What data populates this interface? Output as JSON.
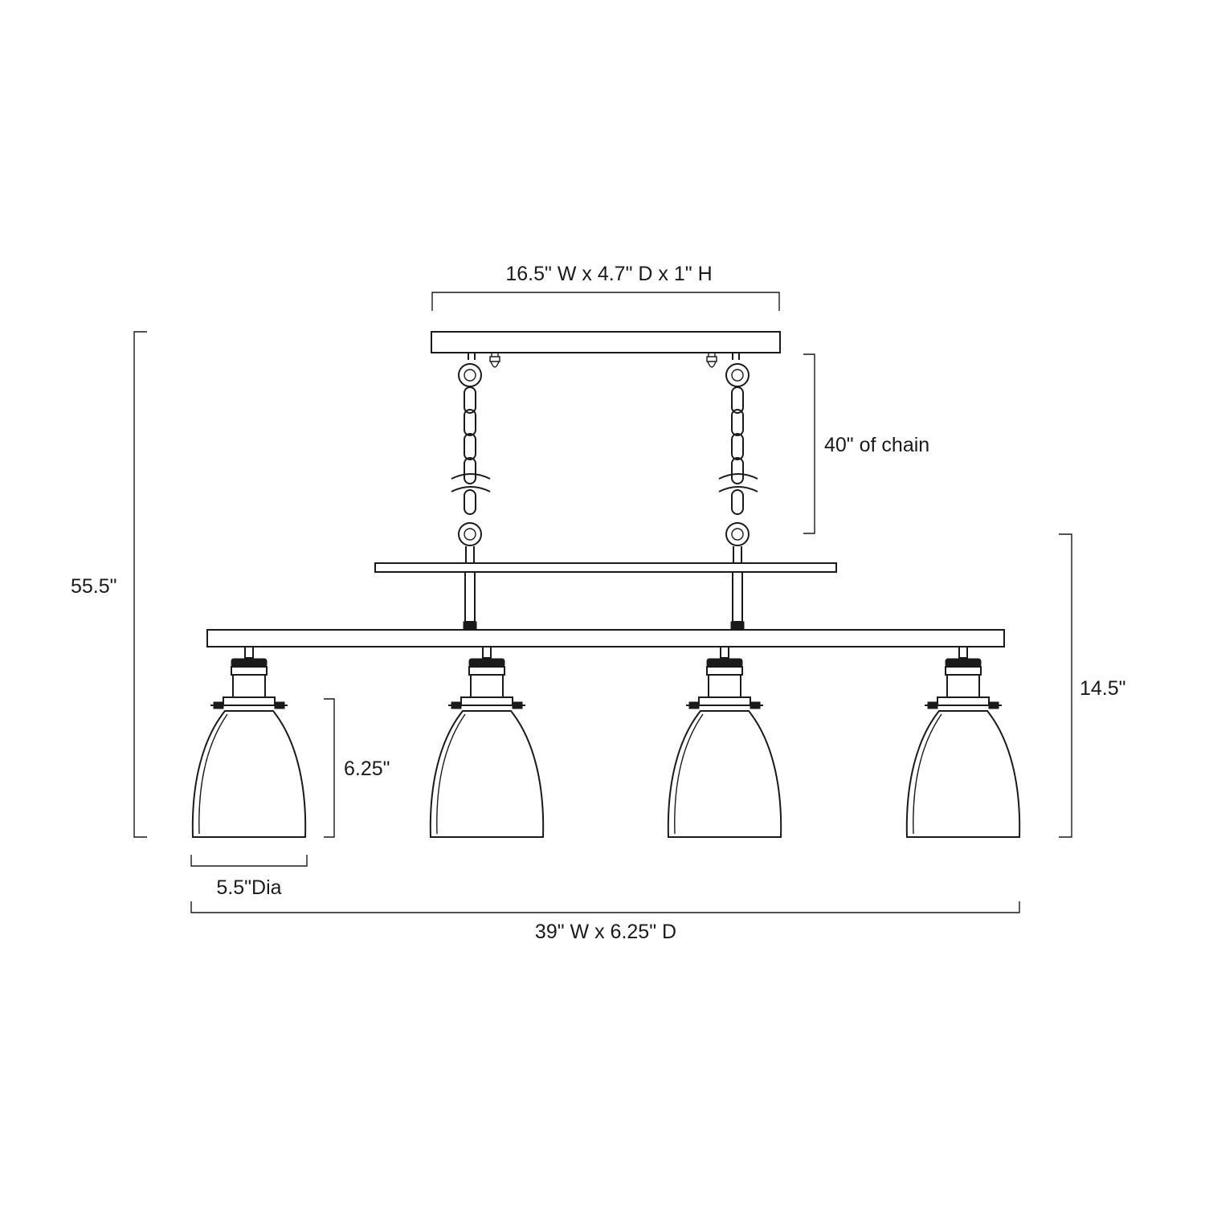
{
  "dimensions": {
    "canopy": "16.5\" W x 4.7\" D x 1\" H",
    "chain": "40\" of chain",
    "overall_height": "55.5\"",
    "fixture_height": "14.5\"",
    "shade_height": "6.25\"",
    "shade_diameter": "5.5\"Dia",
    "overall_width": "39\" W x 6.25\" D"
  },
  "colors": {
    "line": "#1a1a1a",
    "background": "#ffffff"
  }
}
